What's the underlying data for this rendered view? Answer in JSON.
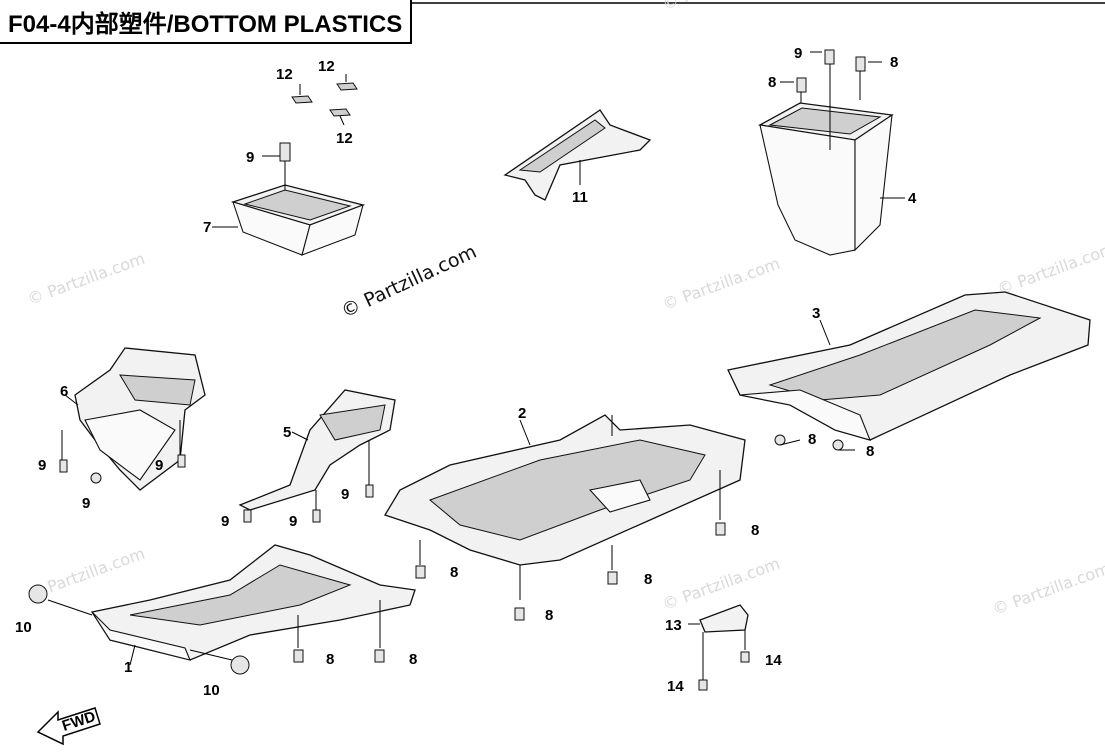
{
  "diagram_title": "F04-4内部塑件/BOTTOM PLASTICS",
  "watermark_text": "© Partzilla.com",
  "colors": {
    "ink": "#000000",
    "watermark": "#d9d9d9",
    "fill": "#f2f2f2"
  },
  "callouts": {
    "c9_a": "9",
    "c8_a": "8",
    "c8_b": "8",
    "c4": "4",
    "c12_a": "12",
    "c12_b": "12",
    "c12_c": "12",
    "c9_b": "9",
    "c7": "7",
    "c11": "11",
    "c3": "3",
    "c8_c": "8",
    "c8_d": "8",
    "c6": "6",
    "c9_c": "9",
    "c9_d": "9",
    "c9_e": "9",
    "c5": "5",
    "c9_f": "9",
    "c9_g": "9",
    "c9_h": "9",
    "c2": "2",
    "c8_e": "8",
    "c8_f": "8",
    "c8_g": "8",
    "c8_h": "8",
    "c10_a": "10",
    "c1": "1",
    "c10_b": "10",
    "c8_i": "8",
    "c8_j": "8",
    "c13": "13",
    "c14_a": "14",
    "c14_b": "14"
  },
  "fwd_label": "FWD"
}
